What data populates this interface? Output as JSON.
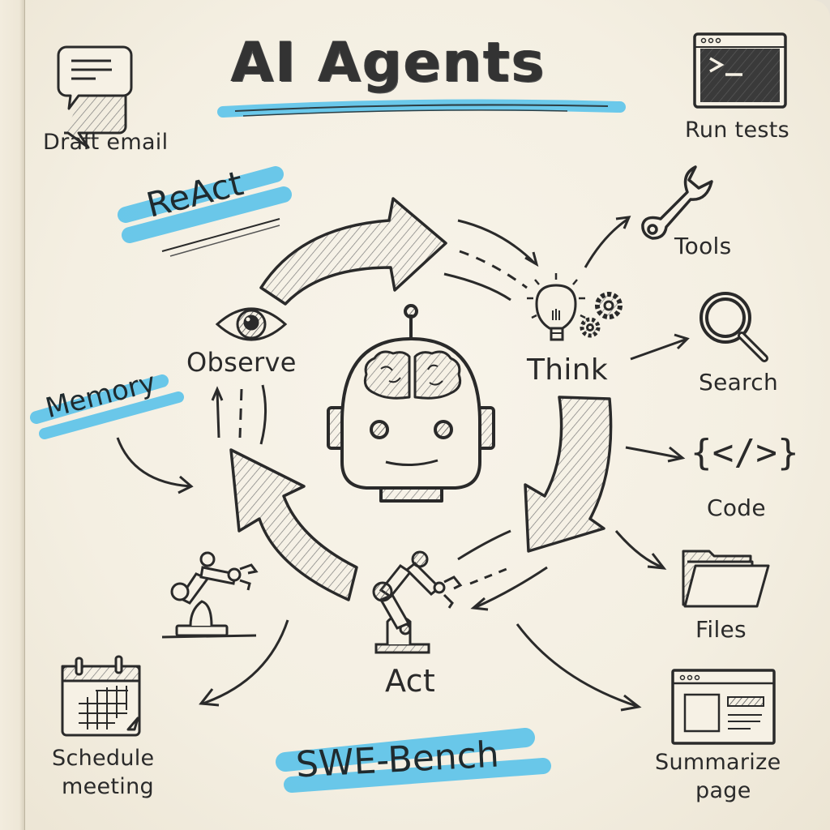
{
  "title": "AI Agents",
  "highlights": {
    "react": "ReAct",
    "memory": "Memory",
    "swe_bench": "SWE-Bench"
  },
  "cycle": {
    "observe": "Observe",
    "think": "Think",
    "act": "Act"
  },
  "tasks": {
    "draft_email": "Draft email",
    "run_tests": "Run tests",
    "schedule_meeting_line1": "Schedule",
    "schedule_meeting_line2": "meeting",
    "summarize_page_line1": "Summarize",
    "summarize_page_line2": "page"
  },
  "tools": {
    "tools": "Tools",
    "search": "Search",
    "code": "Code",
    "files": "Files"
  },
  "icons": {
    "code_glyph": "{</>}",
    "terminal_prompt": ">_"
  },
  "colors": {
    "paper": "#f6f1e5",
    "ink": "#2a2a2a",
    "highlighter": "#5bc3ea"
  }
}
